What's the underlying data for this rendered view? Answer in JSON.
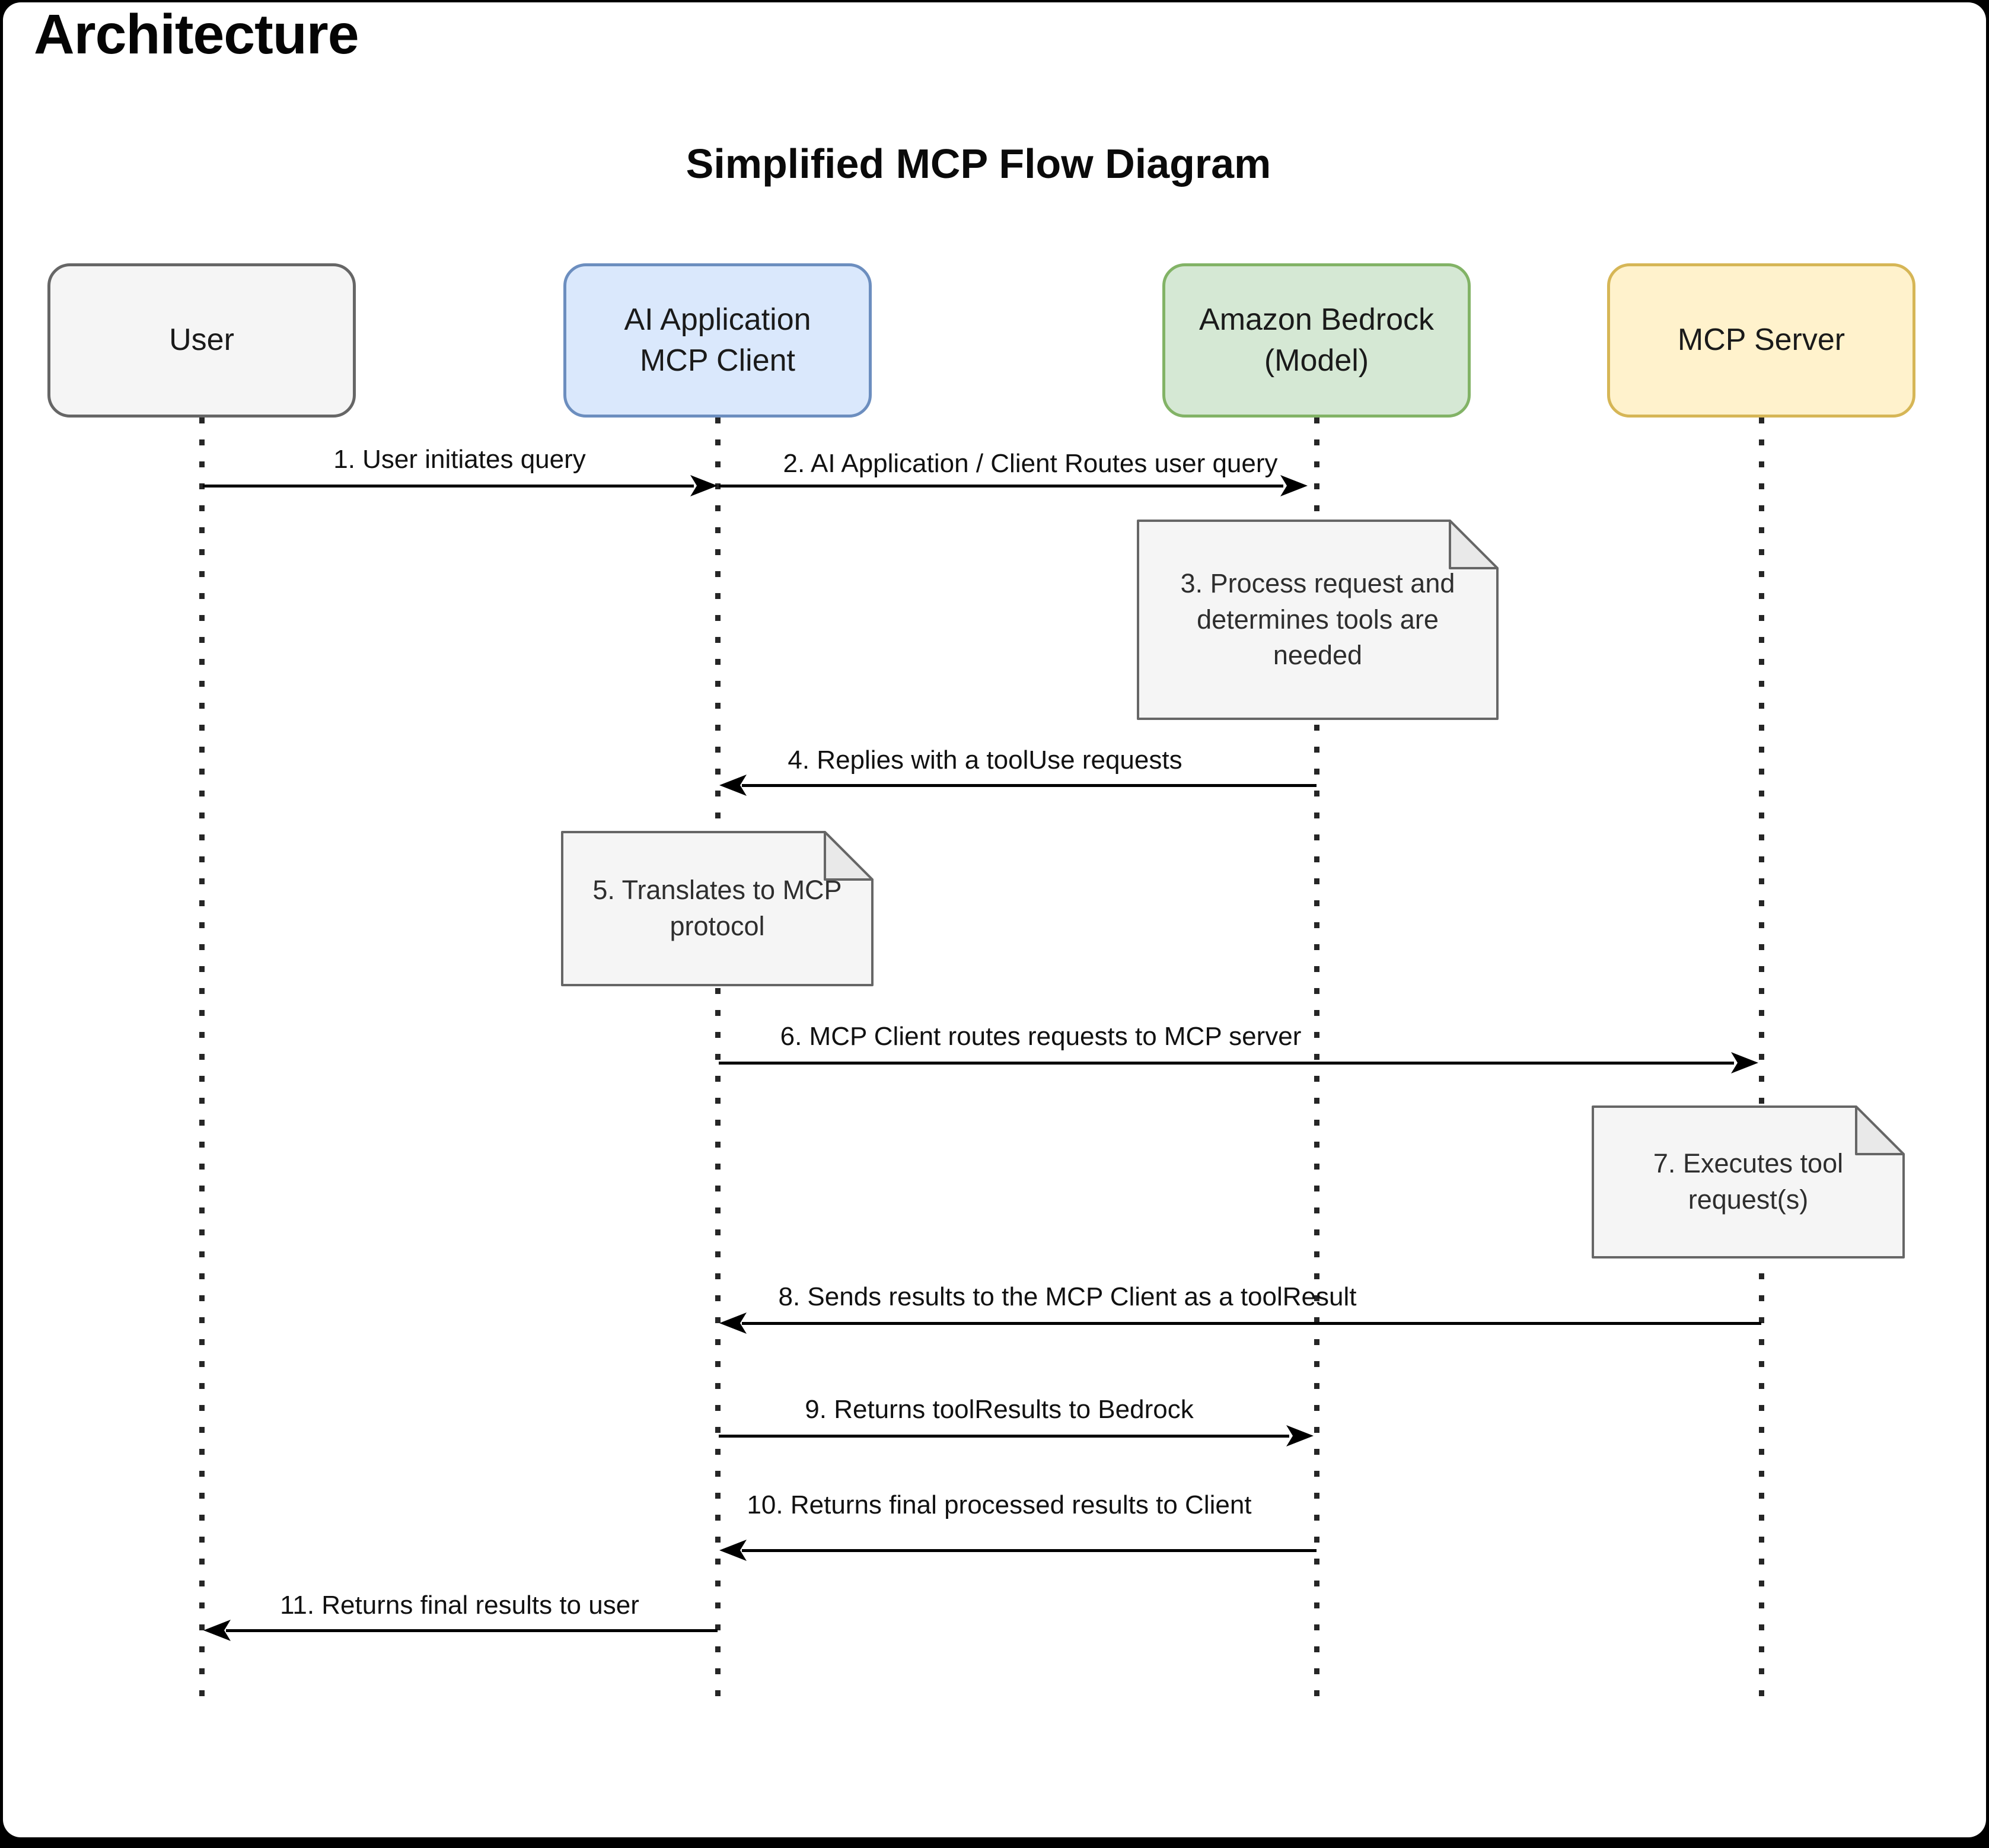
{
  "page": {
    "heading": "Architecture",
    "title": "Simplified MCP Flow Diagram"
  },
  "actors": [
    {
      "id": "user",
      "label": "User",
      "fill": "#f5f5f5",
      "border": "#666666"
    },
    {
      "id": "ai-app",
      "label": "AI Application\nMCP Client",
      "fill": "#dae8fc",
      "border": "#6c8ebf"
    },
    {
      "id": "bedrock",
      "label": "Amazon Bedrock\n(Model)",
      "fill": "#d5e8d4",
      "border": "#82b366"
    },
    {
      "id": "mcp-server",
      "label": "MCP Server",
      "fill": "#fff2cc",
      "border": "#d6b656"
    }
  ],
  "notes": [
    {
      "on": "bedrock",
      "text": "3. Process request and\ndetermines tools are\nneeded",
      "fill": "#f5f5f5",
      "border": "#666666"
    },
    {
      "on": "ai-app",
      "text": "5. Translates to MCP\nprotocol",
      "fill": "#f5f5f5",
      "border": "#666666"
    },
    {
      "on": "mcp-server",
      "text": "7. Executes tool\nrequest(s)",
      "fill": "#f5f5f5",
      "border": "#666666"
    }
  ],
  "messages": [
    {
      "num": 1,
      "from": "User",
      "to": "AI Application MCP Client",
      "direction": "right",
      "label": "1. User initiates query"
    },
    {
      "num": 2,
      "from": "AI Application MCP Client",
      "to": "Amazon Bedrock (Model)",
      "direction": "right",
      "label": "2. AI Application / Client Routes user query"
    },
    {
      "num": 4,
      "from": "Amazon Bedrock (Model)",
      "to": "AI Application MCP Client",
      "direction": "left",
      "label": "4. Replies with a toolUse requests"
    },
    {
      "num": 6,
      "from": "AI Application MCP Client",
      "to": "MCP Server",
      "direction": "right",
      "label": "6. MCP Client routes requests to MCP server"
    },
    {
      "num": 8,
      "from": "MCP Server",
      "to": "AI Application MCP Client",
      "direction": "left",
      "label": "8. Sends results to the MCP Client as a toolResult"
    },
    {
      "num": 9,
      "from": "AI Application MCP Client",
      "to": "Amazon Bedrock (Model)",
      "direction": "right",
      "label": "9. Returns toolResults to Bedrock"
    },
    {
      "num": 10,
      "from": "Amazon Bedrock (Model)",
      "to": "AI Application MCP Client",
      "direction": "left",
      "label": "10. Returns final processed results to Client"
    },
    {
      "num": 11,
      "from": "AI Application MCP Client",
      "to": "User",
      "direction": "left",
      "label": "11. Returns final results to user"
    }
  ]
}
